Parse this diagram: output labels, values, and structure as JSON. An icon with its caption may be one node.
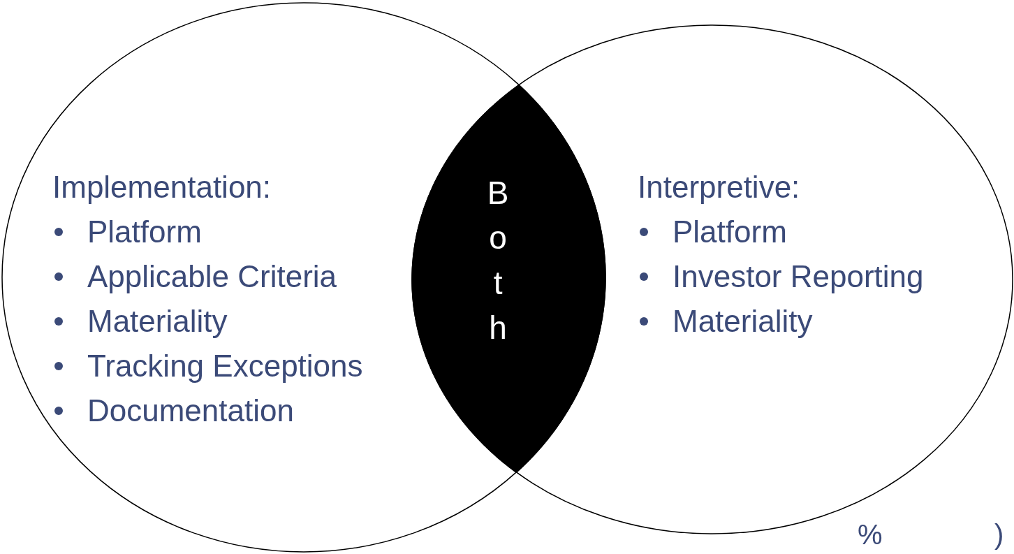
{
  "diagram": {
    "nodes": [
      {
        "text": [
          "Implementation:",
          "Platform",
          "Applicable Criteria",
          "Materiality",
          "Tracking Exceptions",
          "Documentation"
        ]
      },
      {
        "text": [
          "Interpretive:",
          "Platform",
          "Investor Reporting",
          "Materiality"
        ]
      },
      {
        "text": [
          "Both"
        ]
      }
    ],
    "labels": [
      "%",
      ")"
    ]
  }
}
